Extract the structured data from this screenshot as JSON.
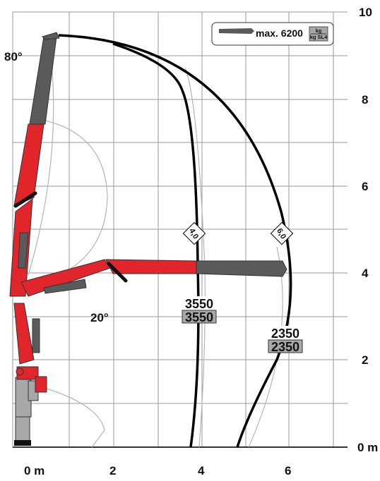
{
  "legend": {
    "max_label": "max. 6200",
    "unit_top": "kg",
    "unit_bottom": "kg SL4"
  },
  "x_axis": {
    "ticks": [
      {
        "value": 0,
        "label": "0 m"
      },
      {
        "value": 2,
        "label": "2"
      },
      {
        "value": 4,
        "label": "4"
      },
      {
        "value": 6,
        "label": "6"
      }
    ]
  },
  "y_axis": {
    "ticks": [
      {
        "value": 0,
        "label": "0 m"
      },
      {
        "value": 2,
        "label": "2"
      },
      {
        "value": 4,
        "label": "4"
      },
      {
        "value": 6,
        "label": "6"
      },
      {
        "value": 8,
        "label": "8"
      },
      {
        "value": 10,
        "label": "10"
      }
    ]
  },
  "angles": {
    "upper": "80°",
    "lower": "20°"
  },
  "reach_curves": [
    {
      "label": "4,0"
    },
    {
      "label": "6,0"
    }
  ],
  "capacities": [
    {
      "value": "3550",
      "sl4_value": "3550"
    },
    {
      "value": "2350",
      "sl4_value": "2350"
    }
  ],
  "colors": {
    "boom_red": "#e0262b",
    "extension_gray": "#5a5a5a",
    "base_gray": "#a8a8a8",
    "curve": "#000000",
    "grid": "#9a9a9a"
  }
}
